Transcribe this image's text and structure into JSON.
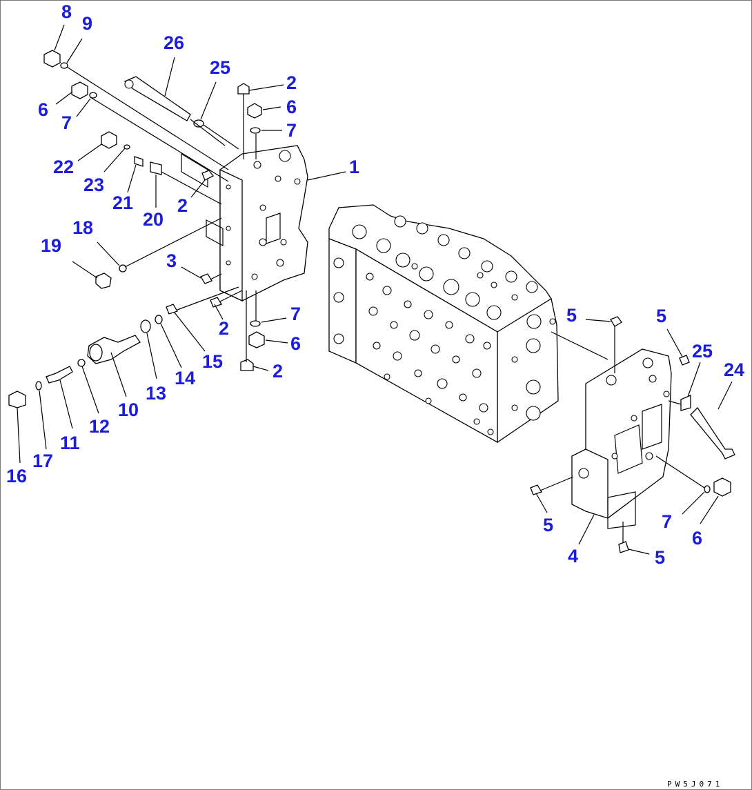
{
  "diagram": {
    "drawing_code": "PW5J071",
    "part_labels": [
      "8",
      "9",
      "26",
      "25",
      "2",
      "6",
      "7",
      "6",
      "7",
      "22",
      "23",
      "21",
      "20",
      "1",
      "2",
      "18",
      "19",
      "3",
      "2",
      "7",
      "6",
      "2",
      "15",
      "14",
      "13",
      "10",
      "12",
      "11",
      "17",
      "16",
      "5",
      "5",
      "25",
      "24",
      "5",
      "7",
      "6",
      "4",
      "5"
    ]
  },
  "colors": {
    "label": "#1c1cdc",
    "line": "#000000",
    "background": "#ffffff",
    "border": "#7a7a7a"
  }
}
